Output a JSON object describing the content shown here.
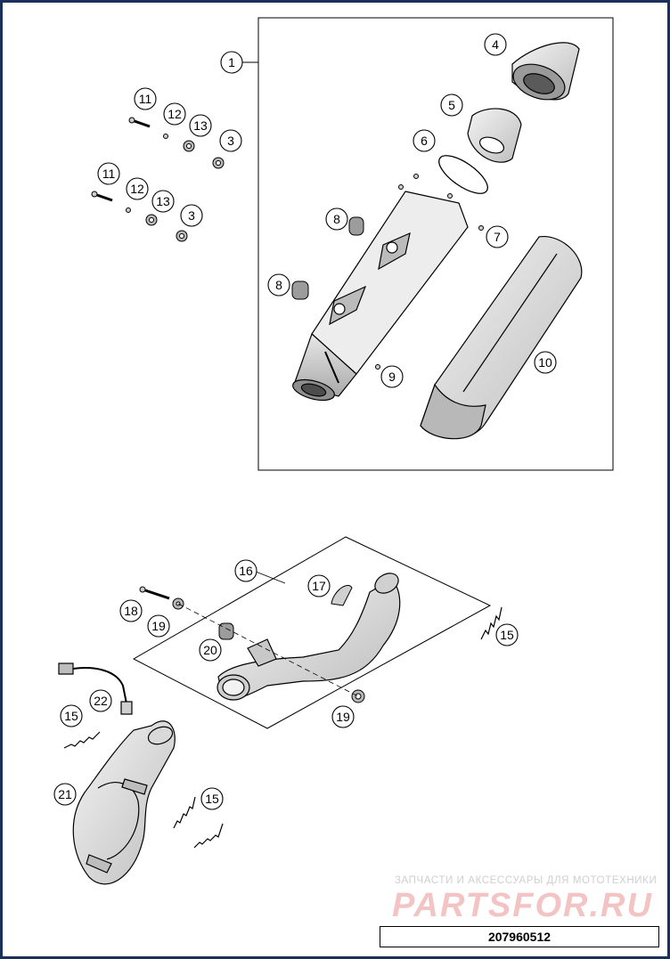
{
  "callouts": [
    {
      "label": "1"
    },
    {
      "label": "4"
    },
    {
      "label": "5"
    },
    {
      "label": "6"
    },
    {
      "label": "7"
    },
    {
      "label": "8"
    },
    {
      "label": "8"
    },
    {
      "label": "9"
    },
    {
      "label": "10"
    },
    {
      "label": "11"
    },
    {
      "label": "12"
    },
    {
      "label": "13"
    },
    {
      "label": "3"
    },
    {
      "label": "11"
    },
    {
      "label": "12"
    },
    {
      "label": "13"
    },
    {
      "label": "3"
    },
    {
      "label": "16"
    },
    {
      "label": "17"
    },
    {
      "label": "18"
    },
    {
      "label": "19"
    },
    {
      "label": "20"
    },
    {
      "label": "19"
    },
    {
      "label": "15"
    },
    {
      "label": "22"
    },
    {
      "label": "15"
    },
    {
      "label": "21"
    },
    {
      "label": "15"
    }
  ],
  "watermark": {
    "line1": "ЗАПЧАСТИ И АКСЕССУАРЫ ДЛЯ МОТОТЕХНИКИ",
    "line2": "PARTSFOR.RU"
  },
  "diagram_code": "207960512",
  "colors": {
    "border": "#1a2f5a",
    "line": "#000000",
    "watermark_red": "#f3c4c4",
    "watermark_gray": "#cfcfcf"
  }
}
